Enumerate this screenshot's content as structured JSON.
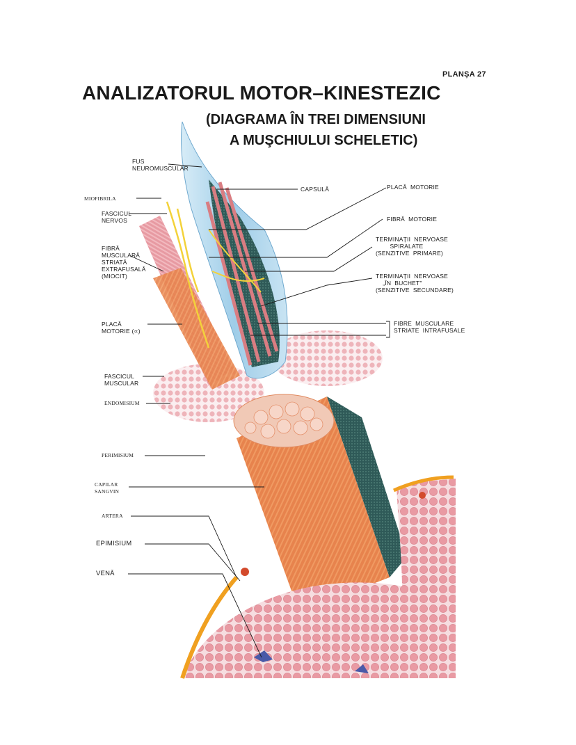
{
  "header": {
    "plate": "PLANȘA 27",
    "title": "ANALIZATORUL MOTOR–KINESTEZIC",
    "subtitle_line1": "(DIAGRAMA ÎN TREI DIMENSIUNI",
    "subtitle_line2": "A MUŞCHIULUI SCHELETIC)"
  },
  "labels": {
    "left": {
      "fus": "FUS\nNEUROMUSCULAR",
      "miofibrila": "MIOFIBRILA",
      "fascicul_nervos": "FASCICUL\nNERVOS",
      "fibra_extrafusala": "FIBRĂ\nMUSCULARĂ\nSTRIATĂ\nEXTRAFUSALĂ\n(MIOCIT)",
      "placa_alpha": "PLACĂ\nMOTORIE (∝)",
      "fascicul_muscular": "FASCICUL\nMUSCULAR",
      "endomisium": "ENDOMISIUM",
      "perimisium": "PERIMISIUM",
      "capilar": "CAPILAR\nSANGVIN",
      "artera": "ARTERA",
      "epimisium": "EPIMISIUM",
      "vena": "VENĂ"
    },
    "right": {
      "capsula": "CAPSULĂ",
      "placa_motorie": "PLACĂ  MOTORIE",
      "fibra_motorie": "FIBRĂ  MOTORIE",
      "terminatii_primare": "TERMINAȚII  NERVOASE\n        SPIRALATE\n(SENZITIVE  PRIMARE)",
      "terminatii_secundare": "TERMINAȚII  NERVOASE\n    „ÎN  BUCHET\"\n(SENZITIVE  SECUNDARE)",
      "fibre_intrafusale": "FIBRE  MUSCULARE\nSTRIATE  INTRAFUSALE"
    }
  },
  "colors": {
    "muscle_orange": "#e9834a",
    "muscle_pink": "#eaa3a8",
    "spindle_blue": "#a9d3ea",
    "nerve_yellow": "#f3d23a",
    "dark_teal": "#2f5a58",
    "epimisium_orange": "#f0a020",
    "vein_blue": "#4a5aa8"
  }
}
